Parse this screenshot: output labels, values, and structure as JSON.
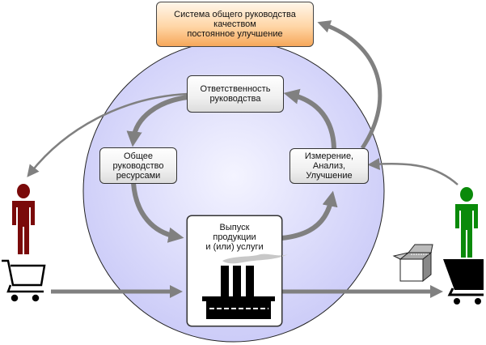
{
  "title_box": {
    "lines": [
      "Система общего руководства",
      "качеством",
      "постоянное улучшение"
    ]
  },
  "process_boxes": {
    "responsibility": {
      "lines": [
        "Ответственность",
        "руководства"
      ]
    },
    "resources": {
      "lines": [
        "Общее",
        "руководство",
        "ресурсами"
      ]
    },
    "measurement": {
      "lines": [
        "Измерение,",
        "Анализ,",
        "Улучшение"
      ]
    },
    "output": {
      "lines": [
        "Выпуск",
        "продукции",
        "и (или) услуги"
      ]
    }
  },
  "icons": {
    "customer_left": "person-icon",
    "customer_right": "person-icon",
    "cart_left": "shopping-cart-icon",
    "cart_right": "shopping-cart-icon",
    "factory": "factory-icon",
    "product_box": "open-box-icon"
  },
  "colors": {
    "circle_fill": "#d6d6fb",
    "arrow": "#808080",
    "customer_left": "#7a0a0a",
    "customer_right": "#0a8a0a",
    "title_box_accent": "#f6a75a"
  }
}
